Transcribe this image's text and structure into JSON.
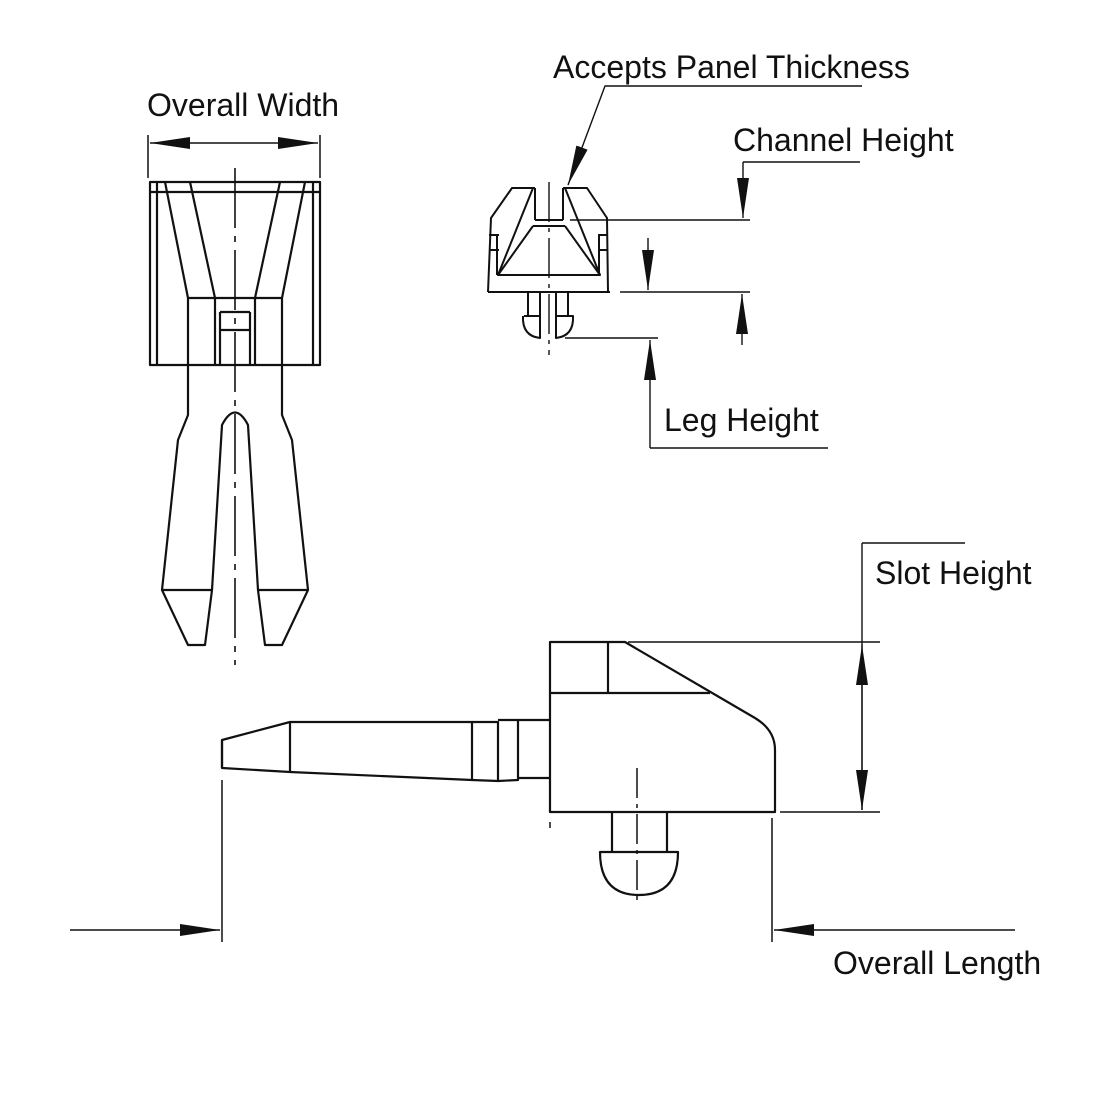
{
  "labels": {
    "overall_width": "Overall Width",
    "accepts_panel_thickness": "Accepts Panel Thickness",
    "channel_height": "Channel Height",
    "leg_height": "Leg Height",
    "slot_height": "Slot Height",
    "overall_length": "Overall Length"
  },
  "colors": {
    "line": "#111111",
    "background": "#ffffff"
  }
}
